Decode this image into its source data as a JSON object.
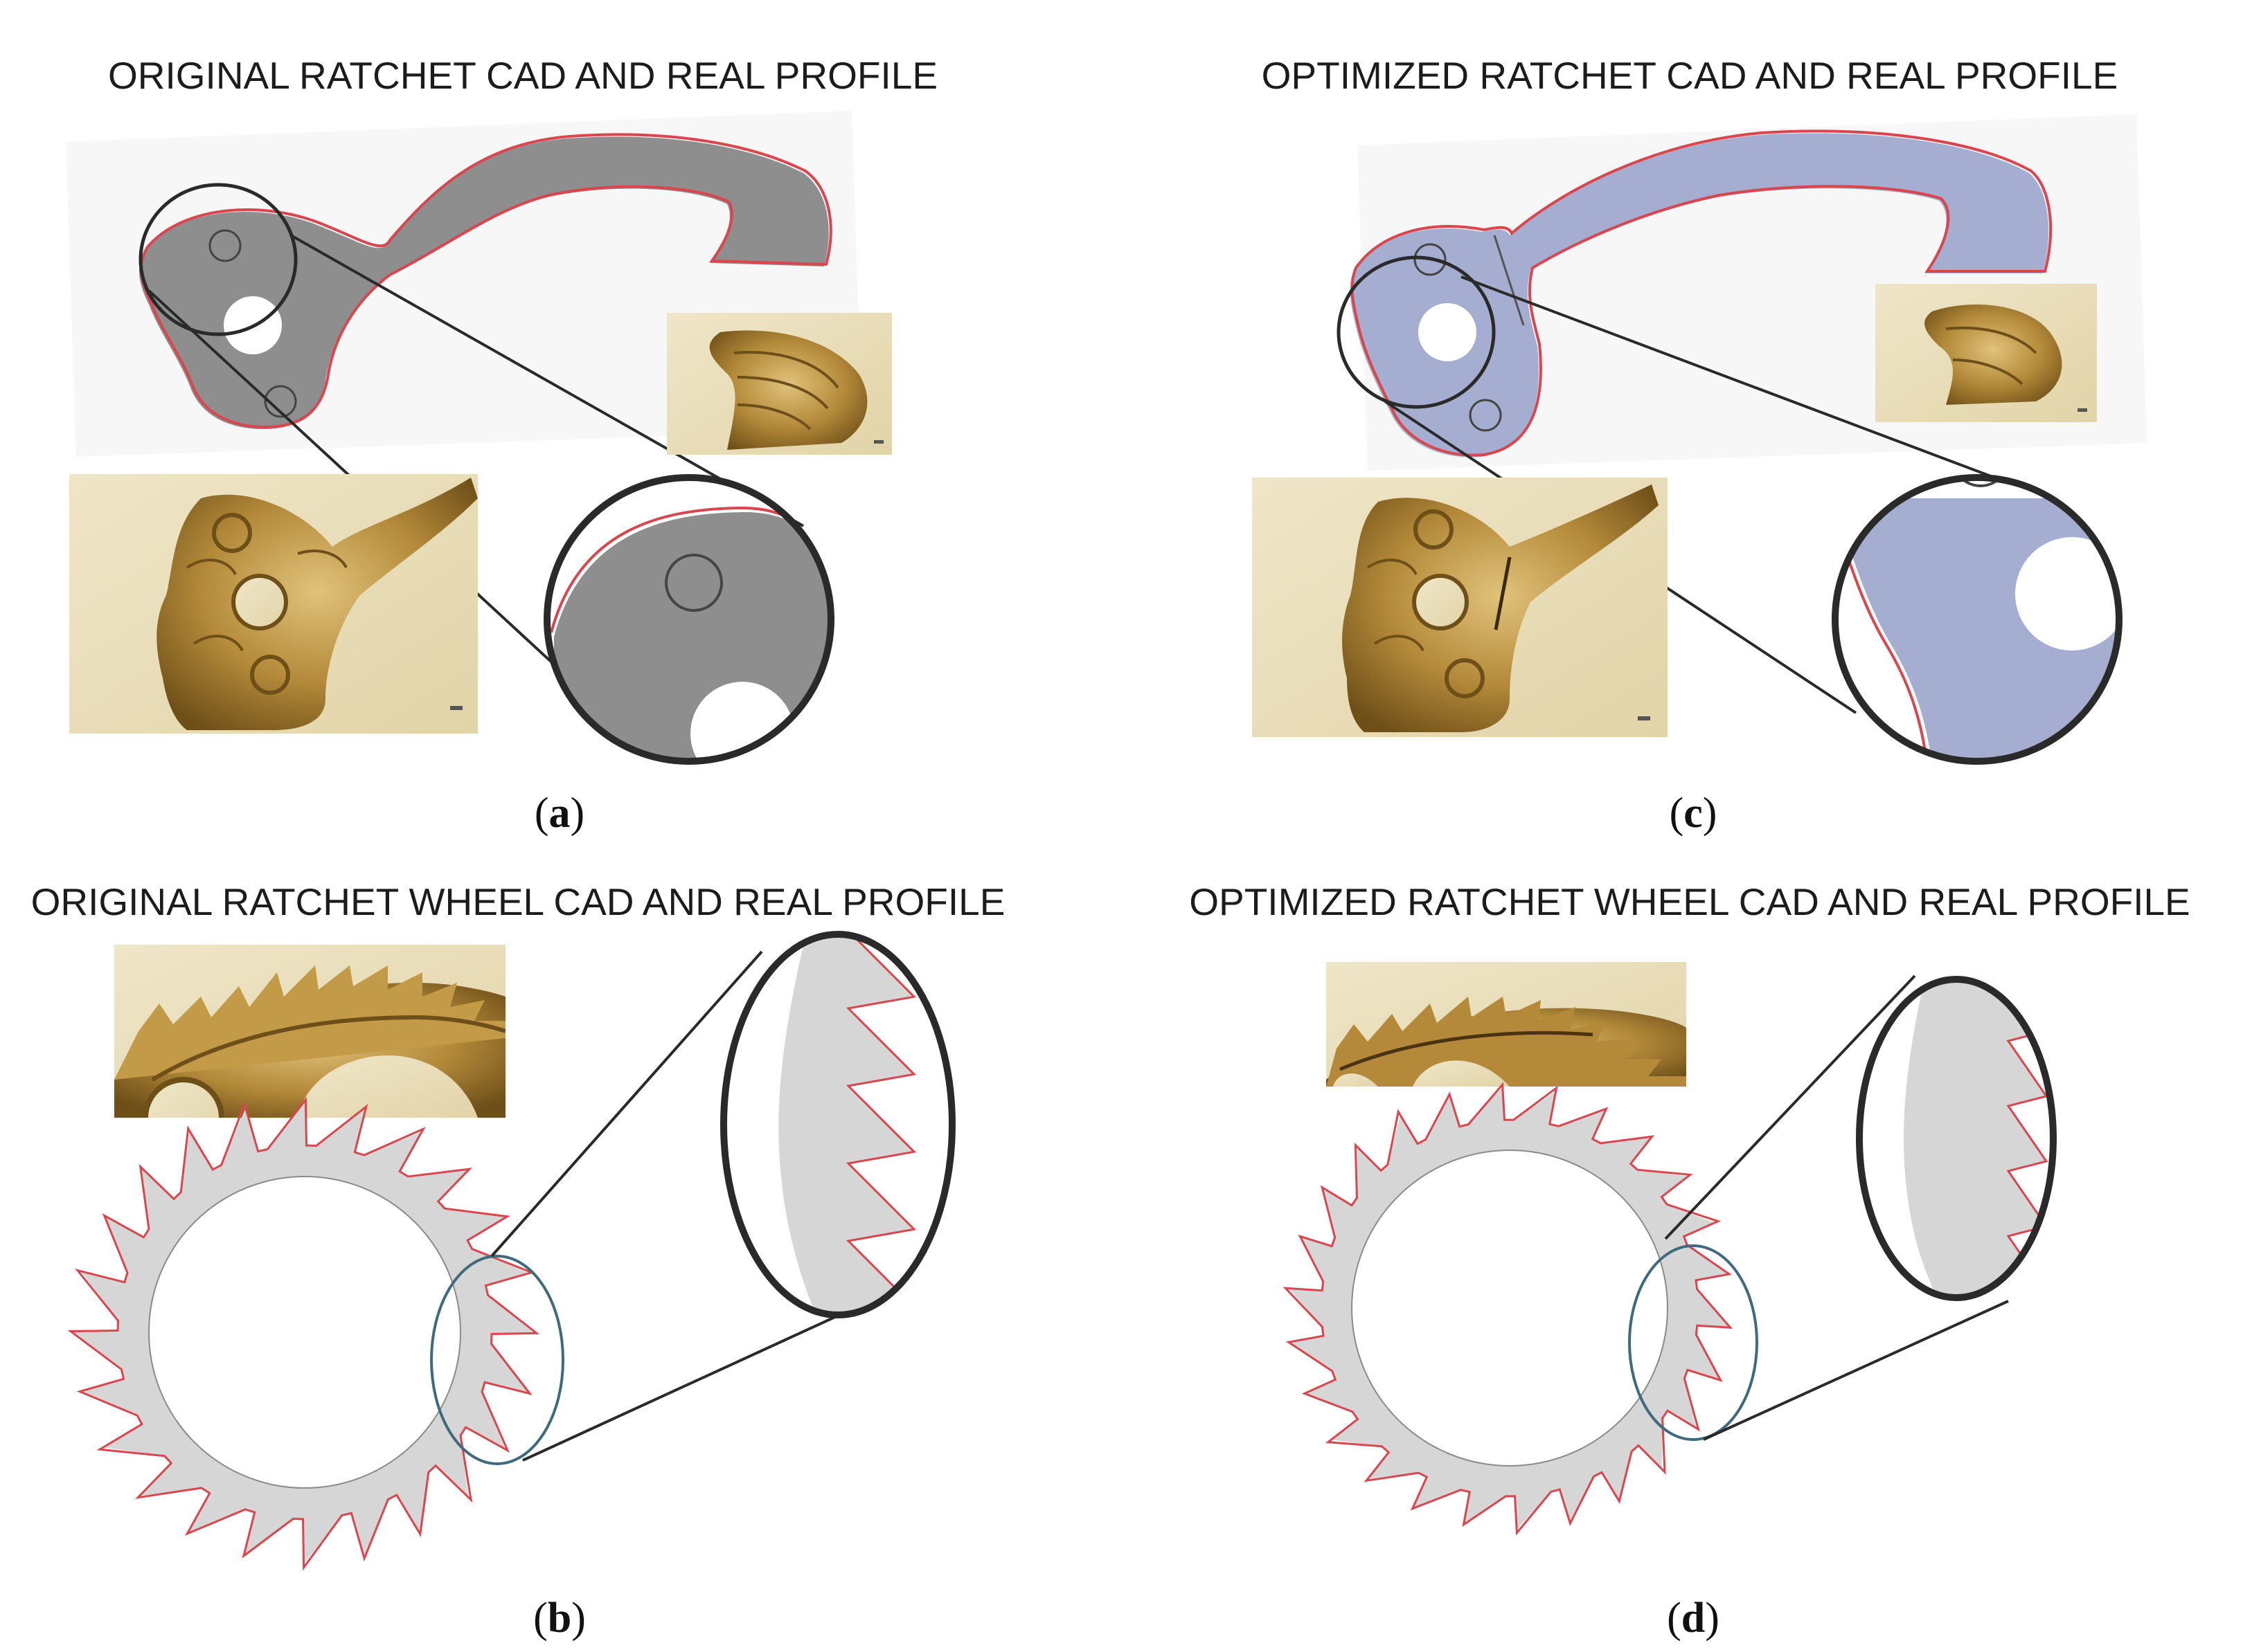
{
  "panels": {
    "a": {
      "title": "ORIGINAL RATCHET CAD AND REAL PROFILE",
      "caption_letter": "a",
      "cad_fill": "#8e8e8e",
      "profile_color": "#d9464e"
    },
    "b": {
      "title": "ORIGINAL RATCHET WHEEL CAD AND REAL PROFILE",
      "caption_letter": "b",
      "cad_fill": "#d6d6d6",
      "profile_color": "#d9464e"
    },
    "c": {
      "title": "OPTIMIZED RATCHET CAD AND REAL PROFILE",
      "caption_letter": "c",
      "cad_fill": "#a5aed1",
      "profile_color": "#d9464e"
    },
    "d": {
      "title": "OPTIMIZED RATCHET WHEEL CAD AND REAL PROFILE",
      "caption_letter": "d",
      "cad_fill": "#d6d6d6",
      "profile_color": "#d9464e"
    }
  },
  "caption": {
    "open": "(",
    "close": ")"
  },
  "colors": {
    "photo_bg": "#e9dcb6",
    "brass_dark": "#7a5a1c",
    "brass": "#b8913f",
    "brass_light": "#d9bf73",
    "lens_ring": "#2a2a2a",
    "wheel_ring": "#3f6a7d"
  }
}
